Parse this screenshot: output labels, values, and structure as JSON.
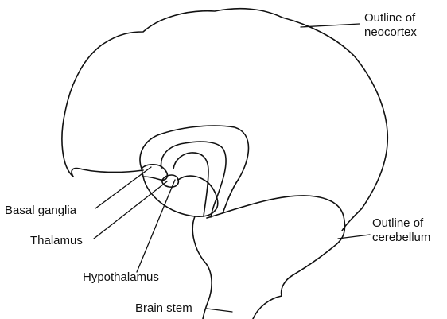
{
  "labels": {
    "neocortex": [
      "Outline of",
      "neocortex"
    ],
    "cerebellum": [
      "Outline of",
      "cerebellum"
    ],
    "basal_ganglia": "Basal ganglia",
    "thalamus": "Thalamus",
    "hypothalamus": "Hypothalamus",
    "brain_stem": "Brain stem"
  }
}
